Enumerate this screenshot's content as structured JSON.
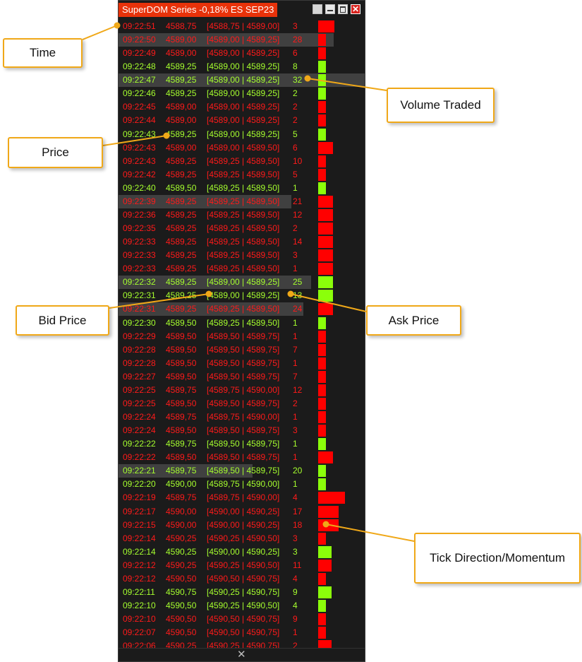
{
  "window": {
    "title": "SuperDOM Series -0,18% ES SEP23",
    "controls": [
      "window-menu-icon",
      "minimize-icon",
      "maximize-icon",
      "close-icon"
    ]
  },
  "annotations": {
    "time": "Time",
    "price": "Price",
    "volume": "Volume Traded",
    "bid": "Bid Price",
    "ask": "Ask Price",
    "tick": "Tick Direction/Momentum"
  },
  "columns": [
    "time",
    "price",
    "bid_ask",
    "volume"
  ],
  "colors": {
    "down": "#ff1a1a",
    "up": "#a6ff2e",
    "title_bg": "#e8320a",
    "highlight": "#404040",
    "annotation_border": "#f0a818"
  },
  "rows": [
    {
      "time": "09:22:51",
      "price": "4588,75",
      "bid_ask": "[4588,75 | 4589,00]",
      "volume": "3",
      "dir": "red",
      "bar": 0.6
    },
    {
      "time": "09:22:50",
      "price": "4589,00",
      "bid_ask": "[4589,00 | 4589,25]",
      "volume": "28",
      "dir": "red",
      "bar": 0.3,
      "hl": 305
    },
    {
      "time": "09:22:49",
      "price": "4589,00",
      "bid_ask": "[4589,00 | 4589,25]",
      "volume": "6",
      "dir": "red",
      "bar": 0.3
    },
    {
      "time": "09:22:48",
      "price": "4589,25",
      "bid_ask": "[4589,00 | 4589,25]",
      "volume": "8",
      "dir": "green",
      "bar": 0.3
    },
    {
      "time": "09:22:47",
      "price": "4589,25",
      "bid_ask": "[4589,00 | 4589,25]",
      "volume": "32",
      "dir": "green",
      "bar": 0.3,
      "hl": 349
    },
    {
      "time": "09:22:46",
      "price": "4589,25",
      "bid_ask": "[4589,00 | 4589,25]",
      "volume": "2",
      "dir": "green",
      "bar": 0.3
    },
    {
      "time": "09:22:45",
      "price": "4589,00",
      "bid_ask": "[4589,00 | 4589,25]",
      "volume": "2",
      "dir": "red",
      "bar": 0.3
    },
    {
      "time": "09:22:44",
      "price": "4589,00",
      "bid_ask": "[4589,00 | 4589,25]",
      "volume": "2",
      "dir": "red",
      "bar": 0.3
    },
    {
      "time": "09:22:43",
      "price": "4589,25",
      "bid_ask": "[4589,00 | 4589,25]",
      "volume": "5",
      "dir": "green",
      "bar": 0.3
    },
    {
      "time": "09:22:43",
      "price": "4589,00",
      "bid_ask": "[4589,00 | 4589,50]",
      "volume": "6",
      "dir": "red",
      "bar": 0.55
    },
    {
      "time": "09:22:43",
      "price": "4589,25",
      "bid_ask": "[4589,25 | 4589,50]",
      "volume": "10",
      "dir": "red",
      "bar": 0.3
    },
    {
      "time": "09:22:42",
      "price": "4589,25",
      "bid_ask": "[4589,25 | 4589,50]",
      "volume": "5",
      "dir": "red",
      "bar": 0.3
    },
    {
      "time": "09:22:40",
      "price": "4589,50",
      "bid_ask": "[4589,25 | 4589,50]",
      "volume": "1",
      "dir": "green",
      "bar": 0.3
    },
    {
      "time": "09:22:39",
      "price": "4589,25",
      "bid_ask": "[4589,25 | 4589,50]",
      "volume": "21",
      "dir": "red",
      "bar": 0.55,
      "hl": 245
    },
    {
      "time": "09:22:36",
      "price": "4589,25",
      "bid_ask": "[4589,25 | 4589,50]",
      "volume": "12",
      "dir": "red",
      "bar": 0.55
    },
    {
      "time": "09:22:35",
      "price": "4589,25",
      "bid_ask": "[4589,25 | 4589,50]",
      "volume": "2",
      "dir": "red",
      "bar": 0.55
    },
    {
      "time": "09:22:33",
      "price": "4589,25",
      "bid_ask": "[4589,25 | 4589,50]",
      "volume": "14",
      "dir": "red",
      "bar": 0.55
    },
    {
      "time": "09:22:33",
      "price": "4589,25",
      "bid_ask": "[4589,25 | 4589,50]",
      "volume": "3",
      "dir": "red",
      "bar": 0.55
    },
    {
      "time": "09:22:33",
      "price": "4589,25",
      "bid_ask": "[4589,25 | 4589,50]",
      "volume": "1",
      "dir": "red",
      "bar": 0.55
    },
    {
      "time": "09:22:32",
      "price": "4589,25",
      "bid_ask": "[4589,00 | 4589,25]",
      "volume": "25",
      "dir": "green",
      "bar": 0.55,
      "hl": 273
    },
    {
      "time": "09:22:31",
      "price": "4589,25",
      "bid_ask": "[4589,00 | 4589,25]",
      "volume": "13",
      "dir": "green",
      "bar": 0.55
    },
    {
      "time": "09:22:31",
      "price": "4589,25",
      "bid_ask": "[4589,25 | 4589,50]",
      "volume": "24",
      "dir": "red",
      "bar": 0.55,
      "hl": 262
    },
    {
      "time": "09:22:30",
      "price": "4589,50",
      "bid_ask": "[4589,25 | 4589,50]",
      "volume": "1",
      "dir": "green",
      "bar": 0.3
    },
    {
      "time": "09:22:29",
      "price": "4589,50",
      "bid_ask": "[4589,50 | 4589,75]",
      "volume": "1",
      "dir": "red",
      "bar": 0.3
    },
    {
      "time": "09:22:28",
      "price": "4589,50",
      "bid_ask": "[4589,50 | 4589,75]",
      "volume": "7",
      "dir": "red",
      "bar": 0.3
    },
    {
      "time": "09:22:28",
      "price": "4589,50",
      "bid_ask": "[4589,50 | 4589,75]",
      "volume": "1",
      "dir": "red",
      "bar": 0.3
    },
    {
      "time": "09:22:27",
      "price": "4589,50",
      "bid_ask": "[4589,50 | 4589,75]",
      "volume": "7",
      "dir": "red",
      "bar": 0.3
    },
    {
      "time": "09:22:25",
      "price": "4589,75",
      "bid_ask": "[4589,75 | 4590,00]",
      "volume": "12",
      "dir": "red",
      "bar": 0.3
    },
    {
      "time": "09:22:25",
      "price": "4589,50",
      "bid_ask": "[4589,50 | 4589,75]",
      "volume": "2",
      "dir": "red",
      "bar": 0.3
    },
    {
      "time": "09:22:24",
      "price": "4589,75",
      "bid_ask": "[4589,75 | 4590,00]",
      "volume": "1",
      "dir": "red",
      "bar": 0.3
    },
    {
      "time": "09:22:24",
      "price": "4589,50",
      "bid_ask": "[4589,50 | 4589,75]",
      "volume": "3",
      "dir": "red",
      "bar": 0.3
    },
    {
      "time": "09:22:22",
      "price": "4589,75",
      "bid_ask": "[4589,50 | 4589,75]",
      "volume": "1",
      "dir": "green",
      "bar": 0.3
    },
    {
      "time": "09:22:22",
      "price": "4589,50",
      "bid_ask": "[4589,50 | 4589,75]",
      "volume": "1",
      "dir": "red",
      "bar": 0.55
    },
    {
      "time": "09:22:21",
      "price": "4589,75",
      "bid_ask": "[4589,50 | 4589,75]",
      "volume": "20",
      "dir": "green",
      "bar": 0.3,
      "hl": 190
    },
    {
      "time": "09:22:20",
      "price": "4590,00",
      "bid_ask": "[4589,75 | 4590,00]",
      "volume": "1",
      "dir": "green",
      "bar": 0.3
    },
    {
      "time": "09:22:19",
      "price": "4589,75",
      "bid_ask": "[4589,75 | 4590,00]",
      "volume": "4",
      "dir": "red",
      "bar": 1.0
    },
    {
      "time": "09:22:17",
      "price": "4590,00",
      "bid_ask": "[4590,00 | 4590,25]",
      "volume": "17",
      "dir": "red",
      "bar": 0.75
    },
    {
      "time": "09:22:15",
      "price": "4590,00",
      "bid_ask": "[4590,00 | 4590,25]",
      "volume": "18",
      "dir": "red",
      "bar": 0.75
    },
    {
      "time": "09:22:14",
      "price": "4590,25",
      "bid_ask": "[4590,25 | 4590,50]",
      "volume": "3",
      "dir": "red",
      "bar": 0.3
    },
    {
      "time": "09:22:14",
      "price": "4590,25",
      "bid_ask": "[4590,00 | 4590,25]",
      "volume": "3",
      "dir": "green",
      "bar": 0.5
    },
    {
      "time": "09:22:12",
      "price": "4590,25",
      "bid_ask": "[4590,25 | 4590,50]",
      "volume": "11",
      "dir": "red",
      "bar": 0.5
    },
    {
      "time": "09:22:12",
      "price": "4590,50",
      "bid_ask": "[4590,50 | 4590,75]",
      "volume": "4",
      "dir": "red",
      "bar": 0.3
    },
    {
      "time": "09:22:11",
      "price": "4590,75",
      "bid_ask": "[4590,25 | 4590,75]",
      "volume": "9",
      "dir": "green",
      "bar": 0.5
    },
    {
      "time": "09:22:10",
      "price": "4590,50",
      "bid_ask": "[4590,25 | 4590,50]",
      "volume": "4",
      "dir": "green",
      "bar": 0.3
    },
    {
      "time": "09:22:10",
      "price": "4590,50",
      "bid_ask": "[4590,50 | 4590,75]",
      "volume": "9",
      "dir": "red",
      "bar": 0.3
    },
    {
      "time": "09:22:07",
      "price": "4590,50",
      "bid_ask": "[4590,50 | 4590,75]",
      "volume": "1",
      "dir": "red",
      "bar": 0.3
    },
    {
      "time": "09:22:06",
      "price": "4590,25",
      "bid_ask": "[4590,25 | 4590,75]",
      "volume": "2",
      "dir": "red",
      "bar": 0.5
    }
  ]
}
